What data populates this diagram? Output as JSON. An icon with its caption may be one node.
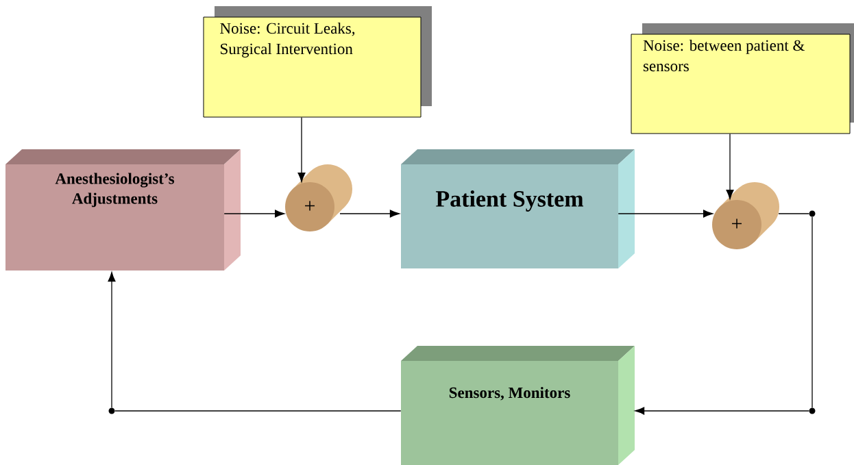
{
  "diagram": {
    "nodes": [
      {
        "text": [
          "Noise: Circuit Leaks, Surgical Intervention"
        ]
      },
      {
        "text": [
          "Noise: between patient & sensors"
        ]
      },
      {
        "text": [
          "Anesthesiologist’s Adjustments"
        ]
      },
      {
        "text": [
          "+"
        ]
      },
      {
        "text": [
          "Patient System"
        ]
      },
      {
        "text": [
          "+"
        ]
      },
      {
        "text": [
          "Sensors, Monitors"
        ]
      },
      {
        "text": [],
        "shape": "circle"
      },
      {
        "text": [],
        "shape": "circle"
      },
      {
        "text": [],
        "shape": "circle"
      }
    ],
    "edges": [
      {
        "from": 0,
        "to": 3,
        "arrow": "to"
      },
      {
        "from": 2,
        "to": 3,
        "arrow": "to"
      },
      {
        "from": 3,
        "to": 4,
        "arrow": "to"
      },
      {
        "from": 4,
        "to": 5,
        "arrow": "to"
      },
      {
        "from": 1,
        "to": 5,
        "arrow": "to"
      },
      {
        "from": 5,
        "to": 7,
        "arrow": "none"
      },
      {
        "from": 7,
        "to": 8,
        "arrow": "none"
      },
      {
        "from": 8,
        "to": 6,
        "arrow": "to"
      },
      {
        "from": 6,
        "to": 9,
        "arrow": "none"
      },
      {
        "from": 9,
        "to": 2,
        "arrow": "to"
      }
    ]
  }
}
